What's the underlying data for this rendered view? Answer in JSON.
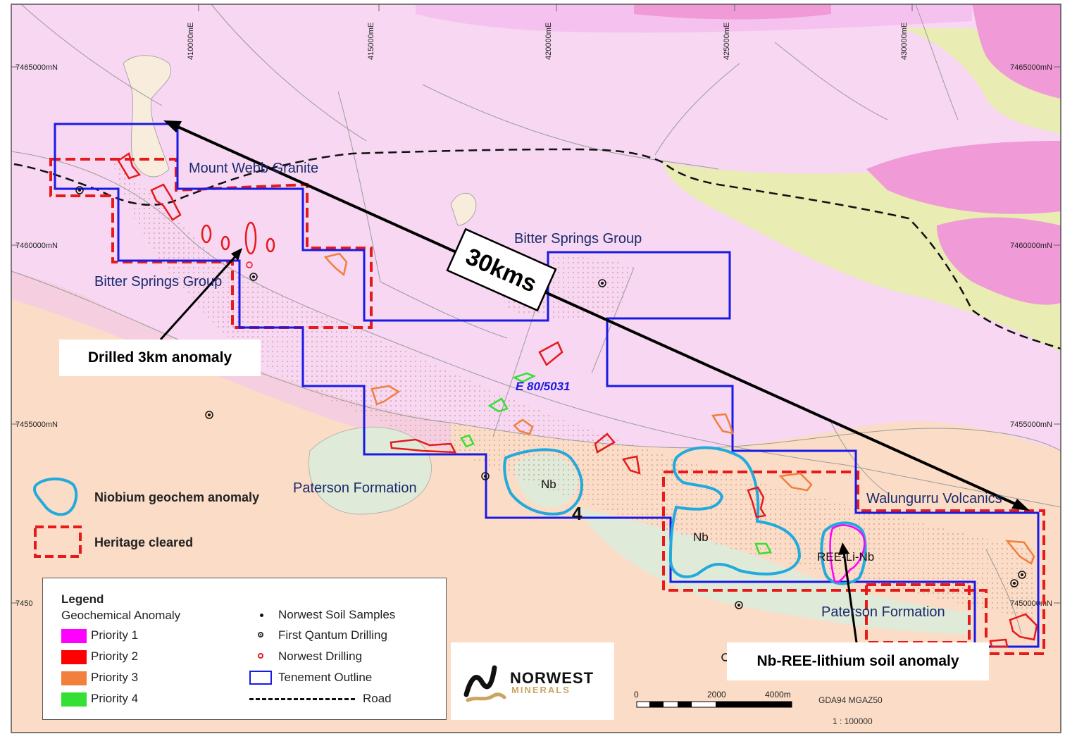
{
  "grid": {
    "eastings": [
      "410000mE",
      "415000mE",
      "420000mE",
      "425000mE",
      "430000mE"
    ],
    "northings_left": [
      "7465000mN",
      "7460000mN",
      "7455000mN",
      "7450"
    ],
    "northings_right": [
      "7465000mN",
      "7460000mN",
      "7455000mN",
      "7450000mN"
    ]
  },
  "geology_labels": {
    "mount_webb": "Mount Webb Granite",
    "bitter_springs_center": "Bitter Springs Group",
    "bitter_springs_left": "Bitter Springs Group",
    "paterson_center": "Paterson Formation",
    "paterson_right": "Paterson Formation",
    "walungurru": "Walungurru Volcanics"
  },
  "tenement_id": "E 80/5031",
  "nb_labels": {
    "nb1": "Nb",
    "nb2": "Nb",
    "ree": "REE-Li-Nb"
  },
  "block_number": "4",
  "distance_label": "30kms",
  "callouts": {
    "drilled": "Drilled 3km anomaly",
    "soil": "Nb-REE-lithium soil anomaly"
  },
  "key": {
    "niobium": "Niobium geochem anomaly",
    "heritage": "Heritage cleared"
  },
  "legend": {
    "title": "Legend",
    "subtitle": "Geochemical Anomaly",
    "priorities": [
      {
        "label": "Priority 1",
        "color": "#ff00ff"
      },
      {
        "label": "Priority 2",
        "color": "#ff0000"
      },
      {
        "label": "Priority 3",
        "color": "#f0803c"
      },
      {
        "label": "Priority 4",
        "color": "#33e033"
      }
    ],
    "symbols": [
      {
        "label": "Norwest Soil Samples"
      },
      {
        "label": "First Qantum Drilling"
      },
      {
        "label": "Norwest Drilling"
      },
      {
        "label": "Tenement Outline"
      },
      {
        "label": "Road"
      }
    ]
  },
  "logo": {
    "name": "NORWEST",
    "sub": "MINERALS"
  },
  "scale": {
    "ticks": [
      "0",
      "2000",
      "4000m"
    ],
    "datum": "GDA94 MGAZ50",
    "ratio": "1 : 100000"
  },
  "colors": {
    "tenement": "#1a1ae6",
    "heritage": "#e61a1a",
    "niobium": "#22aadd",
    "road": "#111111"
  }
}
